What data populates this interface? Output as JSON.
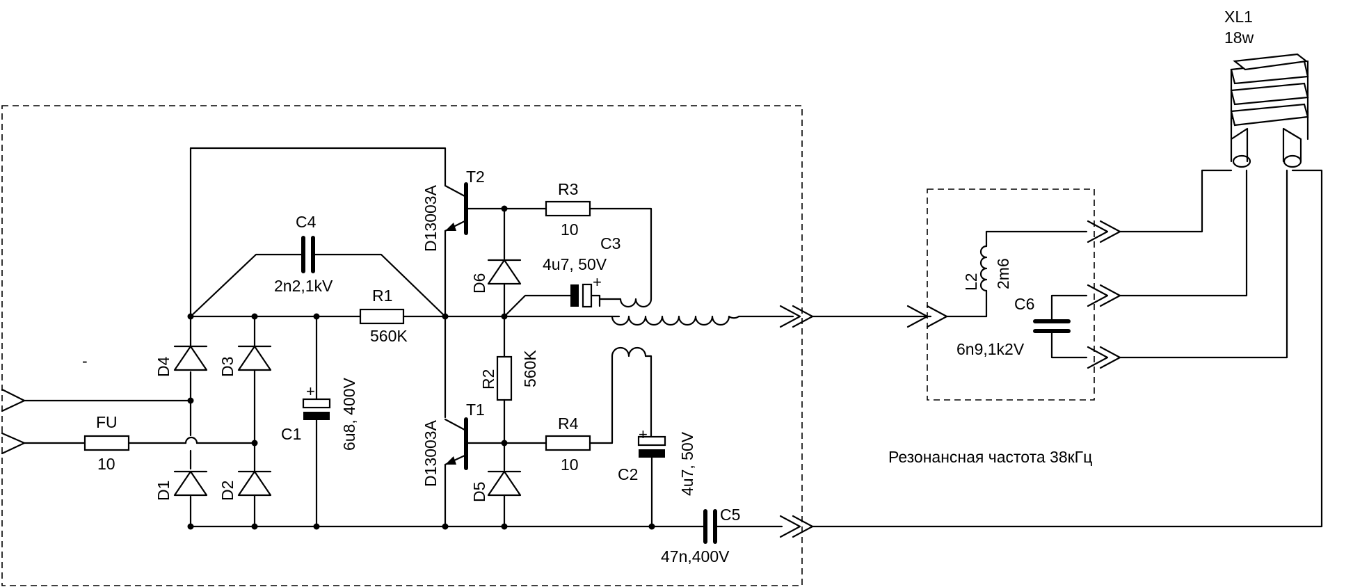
{
  "components": {
    "FU": {
      "ref": "FU",
      "value": "10"
    },
    "D1": {
      "ref": "D1"
    },
    "D2": {
      "ref": "D2"
    },
    "D3": {
      "ref": "D3"
    },
    "D4": {
      "ref": "D4"
    },
    "D5": {
      "ref": "D5"
    },
    "D6": {
      "ref": "D6"
    },
    "C1": {
      "ref": "C1",
      "value": "6u8, 400V"
    },
    "C2": {
      "ref": "C2",
      "value": "4u7, 50V"
    },
    "C3": {
      "ref": "C3",
      "value": "4u7, 50V"
    },
    "C4": {
      "ref": "C4",
      "value": "2n2,1kV"
    },
    "C5": {
      "ref": "C5",
      "value": "47n,400V"
    },
    "C6": {
      "ref": "C6",
      "value": "6n9,1k2V"
    },
    "R1": {
      "ref": "R1",
      "value": "560K"
    },
    "R2": {
      "ref": "R2",
      "value": "560K"
    },
    "R3": {
      "ref": "R3",
      "value": "10"
    },
    "R4": {
      "ref": "R4",
      "value": "10"
    },
    "T1": {
      "ref": "T1",
      "part": "D13003A"
    },
    "T2": {
      "ref": "T2",
      "part": "D13003A"
    },
    "L2": {
      "ref": "L2",
      "value": "2m6"
    },
    "XL1": {
      "ref": "XL1",
      "value": "18w"
    }
  },
  "notes": {
    "resonance": "Резонансная частота 38кГц",
    "input_mark": "-"
  },
  "colors": {
    "ink": "#000000",
    "paper": "#ffffff"
  }
}
